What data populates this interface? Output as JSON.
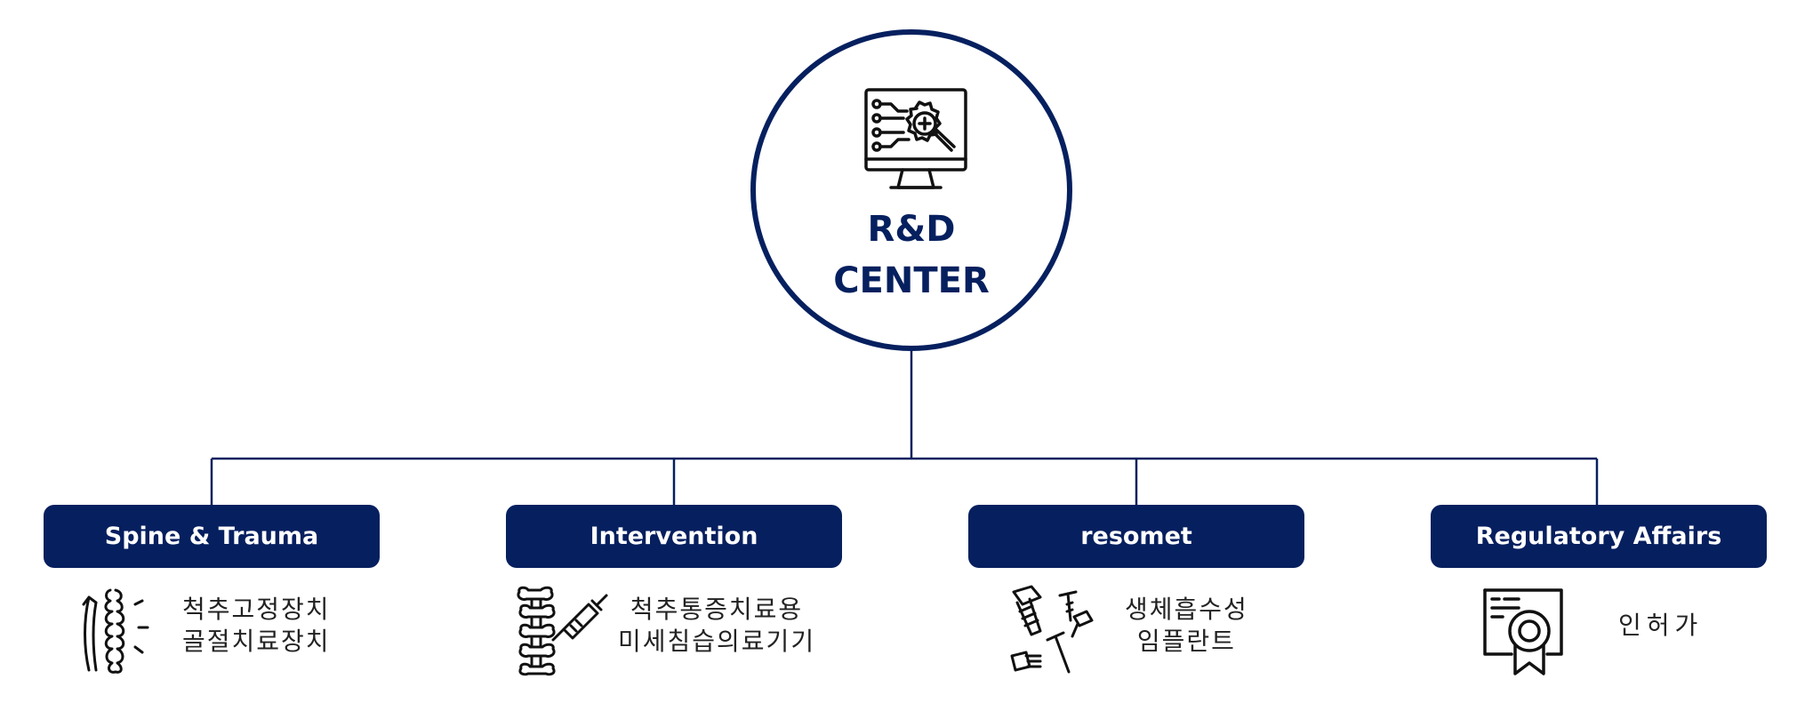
{
  "center": {
    "title_line1": "R&D",
    "title_line2": "CENTER",
    "icon": "monitor-gear-magnifier-icon"
  },
  "colors": {
    "navy": "#061f5f",
    "text": "#222222",
    "line": "#06205f"
  },
  "departments": [
    {
      "label": "Spine & Trauma",
      "desc_line1": "척추고정장치",
      "desc_line2": "골절치료장치",
      "icon": "spine-brace-icon"
    },
    {
      "label": "Intervention",
      "desc_line1": "척추통증치료용",
      "desc_line2": "미세침습의료기기",
      "icon": "spine-syringe-icon"
    },
    {
      "label": "resomet",
      "desc_line1": "생체흡수성",
      "desc_line2": "임플란트",
      "icon": "screws-implants-icon"
    },
    {
      "label": "Regulatory Affairs",
      "desc_line1": "인허가",
      "desc_line2": "",
      "icon": "certificate-icon"
    }
  ]
}
